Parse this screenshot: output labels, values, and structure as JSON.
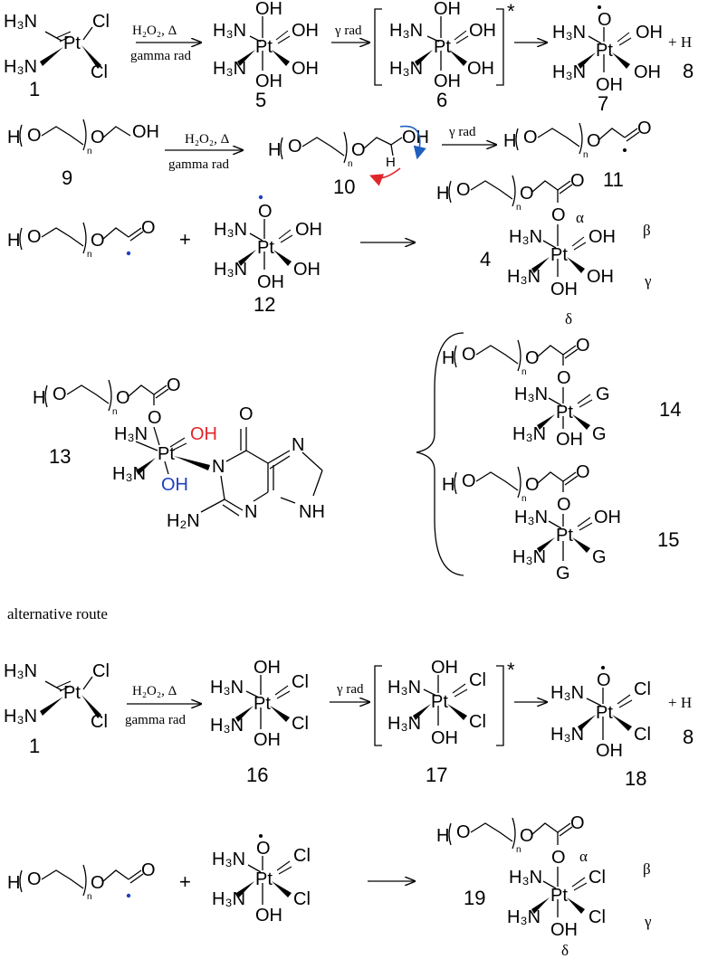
{
  "scheme_texts": {
    "ox_reagent_line1": "H₂O₂, Δ",
    "ox_reagent_line2": "gamma rad",
    "gamma_label": "γ rad",
    "excited_mark": "*",
    "h_product": "+ H",
    "alternative_route": "alternative route",
    "positions": [
      "α",
      "β",
      "γ",
      "δ"
    ],
    "n_subscript": "n"
  },
  "compounds": {
    "c1": "1",
    "c5": "5",
    "c6": "6",
    "c7": "7",
    "c8": "8",
    "c9": "9",
    "c10": "10",
    "c11": "11",
    "c12": "12",
    "c4": "4",
    "c13": "13",
    "c14": "14",
    "c15": "15",
    "c1b": "1",
    "c16": "16",
    "c17": "17",
    "c18": "18",
    "c8b": "8",
    "c19": "19"
  },
  "atom_labels": {
    "H3N": "H₃N",
    "Pt": "Pt",
    "Cl": "Cl",
    "OH": "OH",
    "O": "O",
    "H": "H",
    "G": "G",
    "N": "N",
    "NH": "NH",
    "H2N": "H₂N"
  },
  "colors": {
    "oh_red": "#e0262b",
    "oh_blue": "#1f3fbf",
    "radical_dot_blue": "#1f3fbf",
    "arrow_red": "#e0262b",
    "arrow_blue": "#1f5fc0"
  }
}
